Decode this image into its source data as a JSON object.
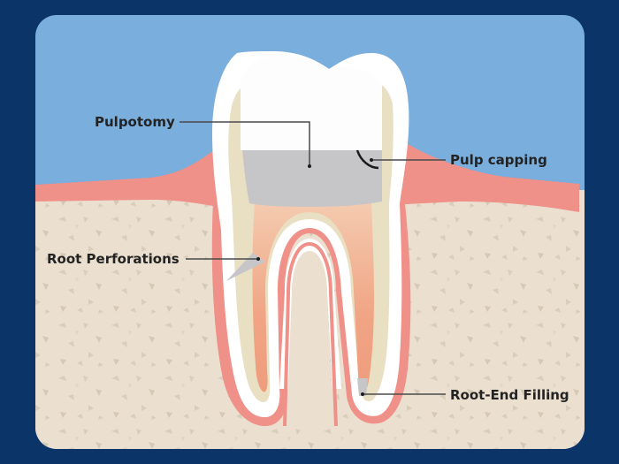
{
  "labels": {
    "pulpotomy": "Pulpotomy",
    "pulp_capping": "Pulp capping",
    "root_perforations": "Root Perforations",
    "root_end_filling": "Root-End Filling"
  },
  "colors": {
    "frame": "#0b3468",
    "sky": "#7aaedd",
    "bone": "#ebe0cf",
    "gum": "#ef9089",
    "enamel": "#ffffff",
    "dentin": "#e9dfc2",
    "pulp": "#f0ad8c",
    "filling": "#c6c6c9",
    "leader_line": "#4a4a4a"
  },
  "icons": [
    "tooth-illustration"
  ]
}
